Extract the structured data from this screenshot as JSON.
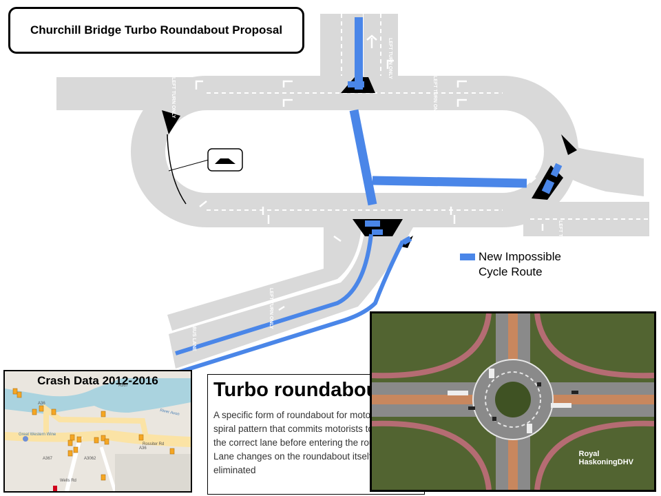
{
  "title": "Churchill Bridge Turbo Roundabout Proposal",
  "legend": {
    "label": "New Impossible\nCycle Route",
    "color": "#4a86e8"
  },
  "road_markings": {
    "left_turn_only": "LEFT TURN ONLY",
    "bus_lane": "BUS LANE"
  },
  "crash_map": {
    "title": "Crash Data 2012-2016",
    "labels": {
      "river": "River Avon",
      "pub": "Great Western Wine",
      "road_a36": "A36",
      "road_a367": "A367",
      "road_a3062": "A3062",
      "road_rossiter": "Rossiter Rd",
      "road_wells": "Wells Rd",
      "road_a36b": "A36",
      "road_a367b": "A367"
    },
    "marker_color": "#f5a623"
  },
  "info": {
    "heading": "Turbo roundabout",
    "body": "A specific form of roundabout for motorists, with a spiral pattern that commits motorists to choosing the correct lane before entering the roundabout. Lane changes on the roundabout itself are eliminated"
  },
  "photo": {
    "brand": "Royal\nHaskoningDHV"
  },
  "colors": {
    "road": "#d9d9d9",
    "cycle": "#4a86e8",
    "island": "#000000"
  }
}
